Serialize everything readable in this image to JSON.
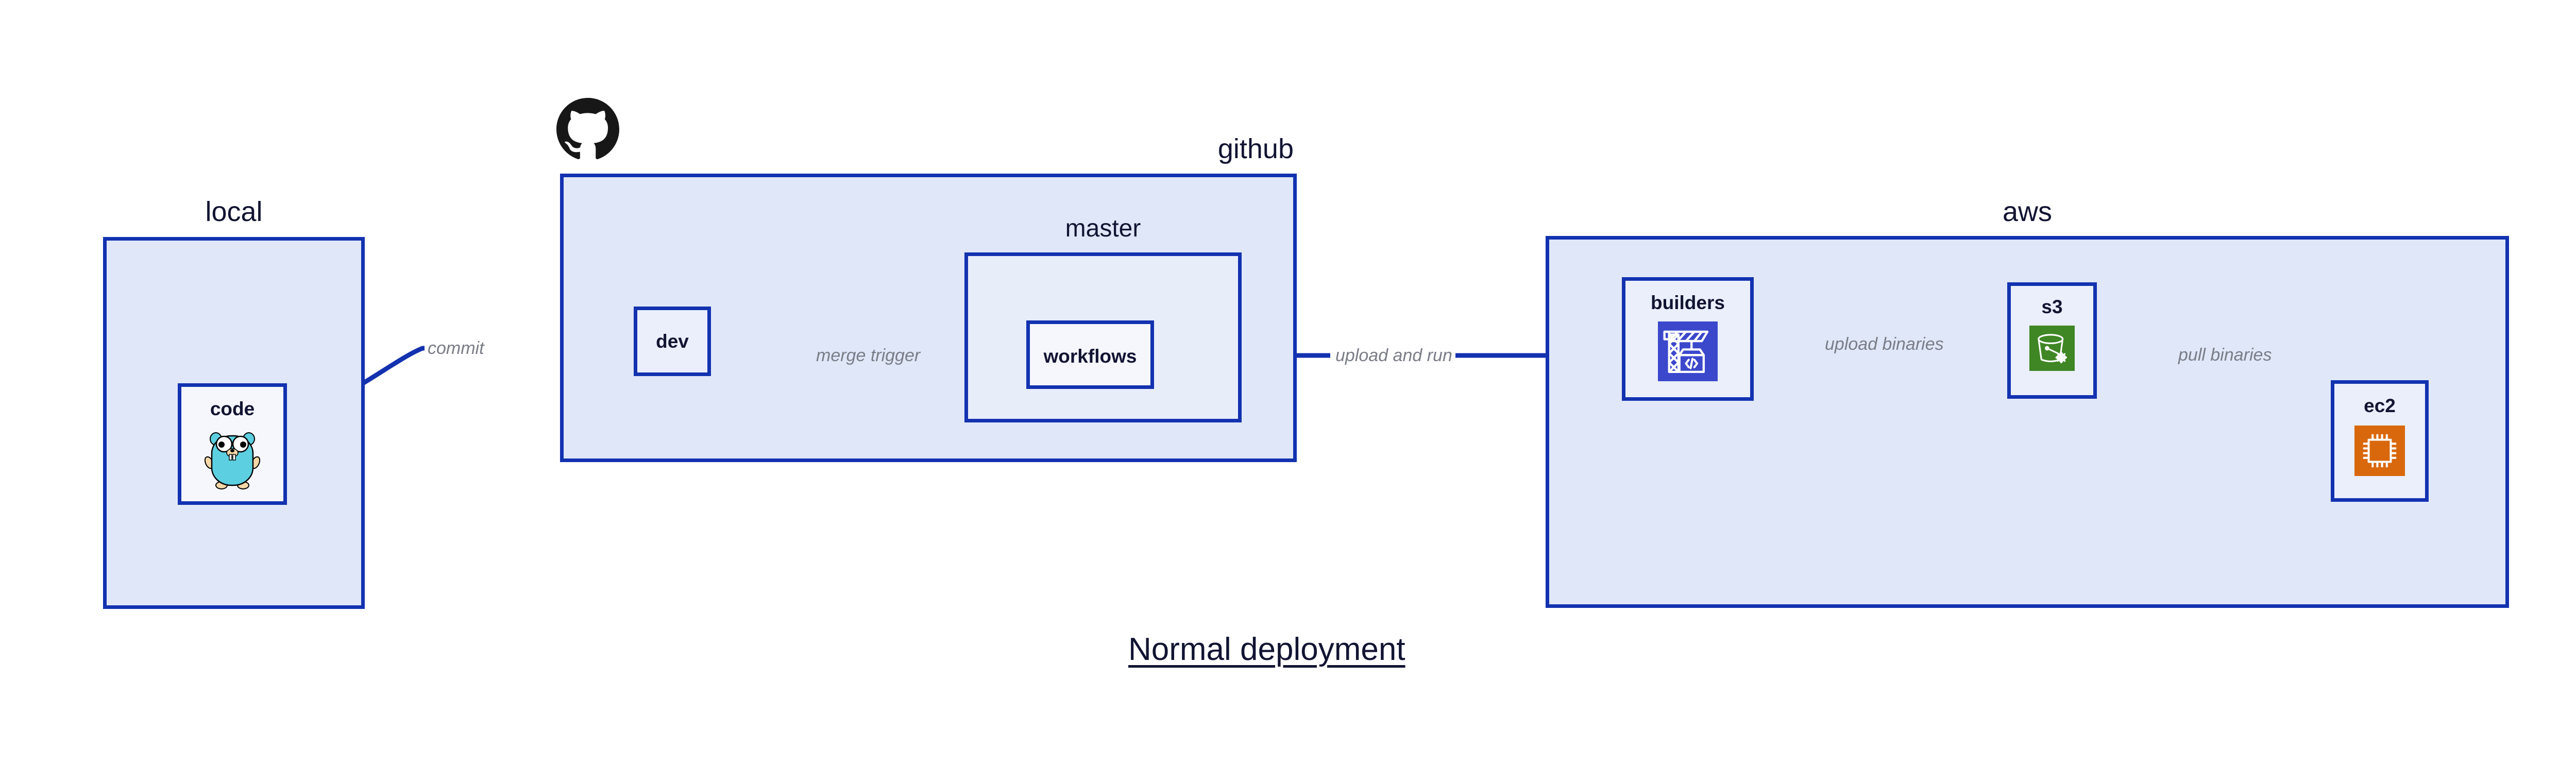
{
  "diagram": {
    "title": "Normal deployment",
    "title_color": "#121433",
    "accent_color": "#1232b0",
    "group_fill": "#e0e7f8",
    "node_fill": "#eaeffb",
    "edge_label_color": "#7a7d87"
  },
  "groups": [
    {
      "id": "local",
      "label": "local",
      "label_align": "center"
    },
    {
      "id": "github",
      "label": "github",
      "label_align": "right"
    },
    {
      "id": "master",
      "label": "master",
      "label_align": "center"
    },
    {
      "id": "aws",
      "label": "aws",
      "label_align": "center"
    }
  ],
  "nodes": [
    {
      "id": "code",
      "label": "code",
      "icon": "go-gopher-icon",
      "icon_bg": "none",
      "parent": "local"
    },
    {
      "id": "dev",
      "label": "dev",
      "icon": "none",
      "icon_bg": "none",
      "parent": "github"
    },
    {
      "id": "workflows",
      "label": "workflows",
      "icon": "none",
      "icon_bg": "none",
      "parent": "master"
    },
    {
      "id": "builders",
      "label": "builders",
      "icon": "aws-codebuild-icon",
      "icon_bg": "#3b48cc",
      "parent": "aws"
    },
    {
      "id": "s3",
      "label": "s3",
      "icon": "aws-s3-glacier-icon",
      "icon_bg": "#3f8624",
      "parent": "aws"
    },
    {
      "id": "ec2",
      "label": "ec2",
      "icon": "aws-ec2-icon",
      "icon_bg": "#d9680d",
      "parent": "aws"
    }
  ],
  "edges": [
    {
      "id": "commit",
      "label": "commit",
      "from": "code",
      "to": "dev"
    },
    {
      "id": "merge-trigger",
      "label": "merge trigger",
      "from": "dev",
      "to": "workflows"
    },
    {
      "id": "upload-and-run",
      "label": "upload and run",
      "from": "workflows",
      "to": "builders"
    },
    {
      "id": "upload-binaries",
      "label": "upload binaries",
      "from": "builders",
      "to": "s3"
    },
    {
      "id": "pull-binaries",
      "label": "pull binaries",
      "from": "s3",
      "to": "ec2"
    }
  ],
  "logos": [
    {
      "id": "github-octocat",
      "name": "github-octocat-logo",
      "color": "#181717"
    }
  ]
}
